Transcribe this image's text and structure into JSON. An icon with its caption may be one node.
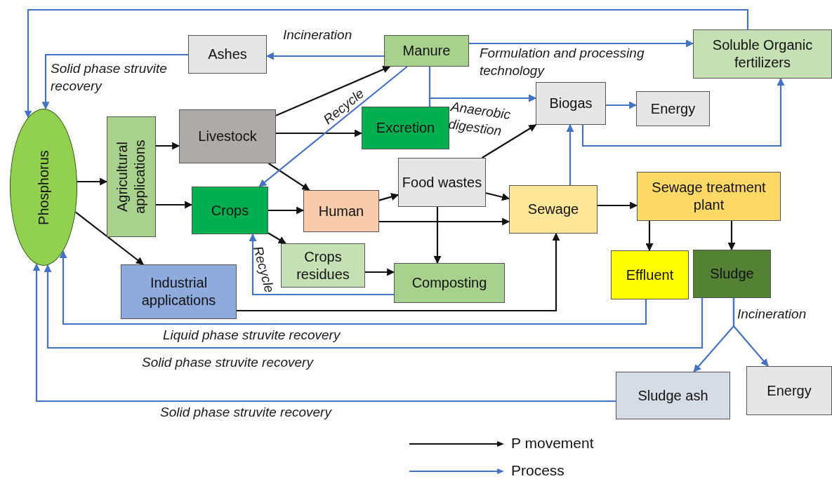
{
  "diagram": {
    "nodes": [
      {
        "text": [
          "Phosphorus"
        ]
      },
      {
        "text": [
          "Ashes"
        ]
      },
      {
        "text": [
          "Manure"
        ]
      },
      {
        "text": [
          "Soluble Organic fertilizers"
        ]
      },
      {
        "text": [
          "Agricultural applications"
        ]
      },
      {
        "text": [
          "Livestock"
        ]
      },
      {
        "text": [
          "Excretion"
        ]
      },
      {
        "text": [
          "Biogas"
        ]
      },
      {
        "text": [
          "Energy"
        ]
      },
      {
        "text": [
          "Crops"
        ]
      },
      {
        "text": [
          "Human"
        ]
      },
      {
        "text": [
          "Food wastes"
        ]
      },
      {
        "text": [
          "Sewage"
        ]
      },
      {
        "text": [
          "Sewage treatment plant"
        ]
      },
      {
        "text": [
          "Crops residues"
        ]
      },
      {
        "text": [
          "Composting"
        ]
      },
      {
        "text": [
          "Industrial applications"
        ]
      },
      {
        "text": [
          "Effluent"
        ]
      },
      {
        "text": [
          "Sludge"
        ]
      },
      {
        "text": [
          "Sludge ash"
        ]
      },
      {
        "text": [
          "Energy"
        ]
      }
    ],
    "edges": [
      {
        "from": 0,
        "to": 4,
        "arrow": "to"
      },
      {
        "from": 0,
        "to": 16,
        "arrow": "to"
      },
      {
        "from": 4,
        "to": 5,
        "arrow": "to"
      },
      {
        "from": 4,
        "to": 9,
        "arrow": "to"
      },
      {
        "from": 5,
        "to": 2,
        "arrow": "to"
      },
      {
        "from": 5,
        "to": 6,
        "arrow": "to"
      },
      {
        "from": 5,
        "to": 10,
        "arrow": "to"
      },
      {
        "from": 9,
        "to": 10,
        "arrow": "to"
      },
      {
        "from": 9,
        "to": 14,
        "arrow": "to"
      },
      {
        "from": 10,
        "to": 11,
        "arrow": "to"
      },
      {
        "from": 10,
        "to": 12,
        "arrow": "to"
      },
      {
        "from": 11,
        "to": 7,
        "arrow": "to"
      },
      {
        "from": 11,
        "to": 12,
        "arrow": "to"
      },
      {
        "from": 11,
        "to": 15,
        "arrow": "to"
      },
      {
        "from": 14,
        "to": 15,
        "arrow": "to"
      },
      {
        "from": 16,
        "to": 12,
        "arrow": "to"
      },
      {
        "from": 12,
        "to": 13,
        "arrow": "to"
      },
      {
        "from": 13,
        "to": 17,
        "arrow": "to"
      },
      {
        "from": 13,
        "to": 18,
        "arrow": "to"
      },
      {
        "from": 2,
        "to": 1,
        "arrow": "to",
        "label": "Incineration",
        "color": "#4472c4"
      },
      {
        "from": 1,
        "to": 0,
        "arrow": "to",
        "label": "Solid phase struvite recovery",
        "color": "#4472c4"
      },
      {
        "from": 2,
        "to": 3,
        "arrow": "to",
        "label": "Formulation and processing technology",
        "color": "#4472c4"
      },
      {
        "from": 2,
        "to": 7,
        "arrow": "to",
        "label": "Anaerobic digestion",
        "color": "#4472c4"
      },
      {
        "from": 6,
        "to": 7,
        "arrow": "to",
        "color": "#4472c4"
      },
      {
        "from": 2,
        "to": 9,
        "arrow": "to",
        "label": "Recycle",
        "color": "#4472c4"
      },
      {
        "from": 7,
        "to": 8,
        "arrow": "to",
        "color": "#4472c4"
      },
      {
        "from": 7,
        "to": 3,
        "arrow": "to",
        "color": "#4472c4"
      },
      {
        "from": 12,
        "to": 7,
        "arrow": "to",
        "color": "#4472c4"
      },
      {
        "from": 15,
        "to": 9,
        "arrow": "to",
        "label": "Recycle",
        "color": "#4472c4"
      },
      {
        "from": 17,
        "to": 0,
        "arrow": "to",
        "label": "Liquid phase struvite recovery",
        "color": "#4472c4"
      },
      {
        "from": 18,
        "to": 0,
        "arrow": "to",
        "label": "Solid phase struvite recovery",
        "color": "#4472c4"
      },
      {
        "from": 18,
        "to": 19,
        "arrow": "to",
        "label": "Incineration",
        "color": "#4472c4"
      },
      {
        "from": 18,
        "to": 20,
        "arrow": "to",
        "color": "#4472c4"
      },
      {
        "from": 19,
        "to": 0,
        "arrow": "to",
        "label": "Solid phase struvite recovery",
        "color": "#4472c4"
      },
      {
        "from": 3,
        "to": 0,
        "arrow": "to",
        "color": "#4472c4"
      }
    ],
    "legend": [
      {
        "text": "P movement"
      },
      {
        "text": "Process"
      }
    ]
  }
}
